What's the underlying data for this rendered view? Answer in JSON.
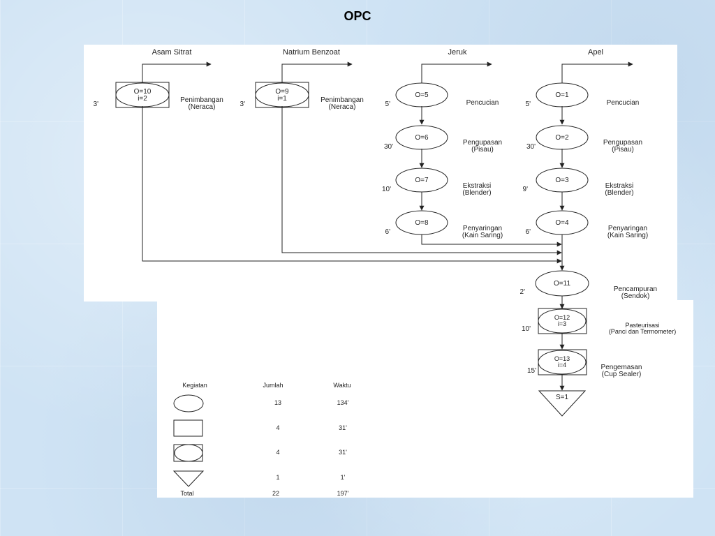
{
  "page": {
    "title": "OPC"
  },
  "columns": [
    "Asam Sitrat",
    "Natrium Benzoat",
    "Jeruk",
    "Apel"
  ],
  "nodes": {
    "o10": {
      "line1": "O=10",
      "line2": "i=2",
      "time": "3'",
      "desc1": "Penimbangan",
      "desc2": "(Neraca)"
    },
    "o9": {
      "line1": "O=9",
      "line2": "i=1",
      "time": "3'",
      "desc1": "Penimbangan",
      "desc2": "(Neraca)"
    },
    "o5": {
      "line1": "O=5",
      "time": "5'",
      "desc1": "Pencucian"
    },
    "o6": {
      "line1": "O=6",
      "time": "30'",
      "desc1": "Pengupasan",
      "desc2": "(Pisau)"
    },
    "o7": {
      "line1": "O=7",
      "time": "10'",
      "desc1": "Ekstraksi",
      "desc2": "(Blender)"
    },
    "o8": {
      "line1": "O=8",
      "time": "6'",
      "desc1": "Penyaringan",
      "desc2": "(Kain Saring)"
    },
    "o1": {
      "line1": "O=1",
      "time": "5'",
      "desc1": "Pencucian"
    },
    "o2": {
      "line1": "O=2",
      "time": "30'",
      "desc1": "Pengupasan",
      "desc2": "(Pisau)"
    },
    "o3": {
      "line1": "O=3",
      "time": "9'",
      "desc1": "Ekstraksi",
      "desc2": "(Blender)"
    },
    "o4": {
      "line1": "O=4",
      "time": "6'",
      "desc1": "Penyaringan",
      "desc2": "(Kain Saring)"
    },
    "o11": {
      "line1": "O=11",
      "time": "2'",
      "desc1": "Pencampuran",
      "desc2": "(Sendok)"
    },
    "o12": {
      "line1": "O=12",
      "line2": "i=3",
      "time": "10'",
      "desc1": "Pasteurisasi",
      "desc2": "(Panci dan Termometer)"
    },
    "o13": {
      "line1": "O=13",
      "line2": "i=4",
      "time": "15'",
      "desc1": "Pengemasan",
      "desc2": "(Cup Sealer)"
    },
    "s1": {
      "line1": "S=1"
    }
  },
  "summary": {
    "headers": [
      "Kegiatan",
      "Jumlah",
      "Waktu"
    ],
    "rows": [
      {
        "symbol": "operation-circle-icon",
        "count": "13",
        "time": "134'"
      },
      {
        "symbol": "inspection-square-icon",
        "count": "4",
        "time": "31'"
      },
      {
        "symbol": "combined-operation-inspection-icon",
        "count": "4",
        "time": "31'"
      },
      {
        "symbol": "storage-triangle-icon",
        "count": "1",
        "time": "1'"
      }
    ],
    "total": {
      "label": "Total",
      "count": "22",
      "time": "197'"
    }
  }
}
